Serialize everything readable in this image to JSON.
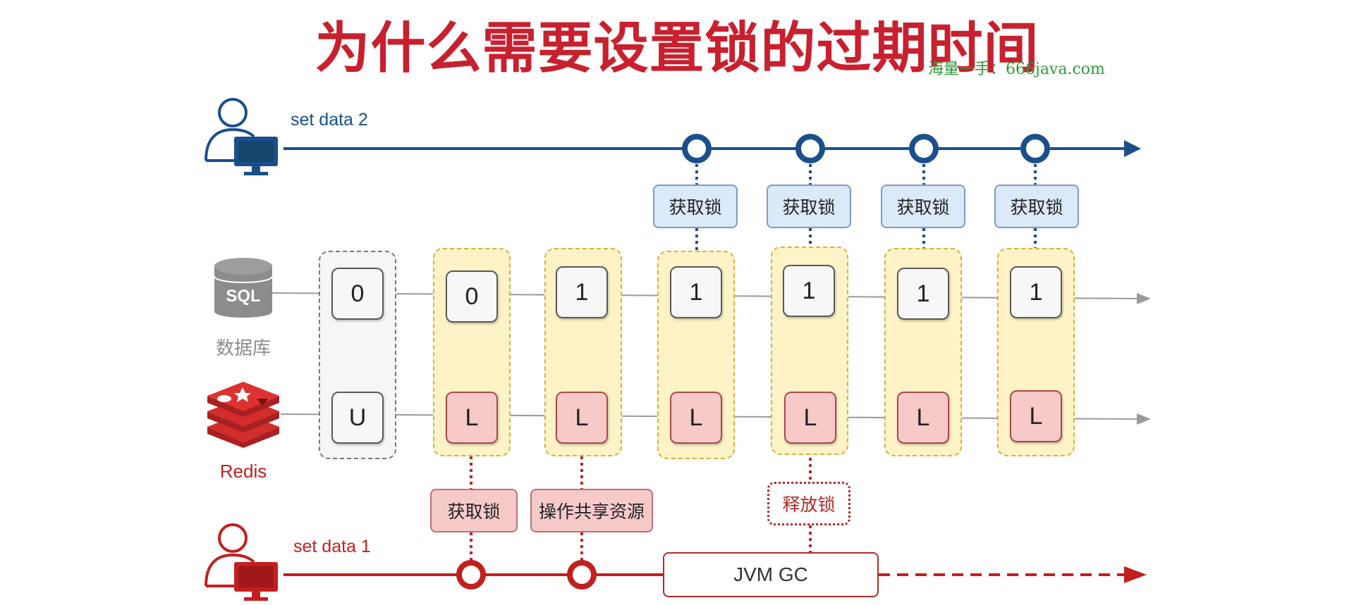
{
  "title": "为什么需要设置锁的过期时间",
  "watermark": "海量一手：666java.com",
  "lanes": {
    "user2": "set data 2",
    "user1": "set data 1",
    "database": "数据库",
    "redis": "Redis",
    "sql_icon_text": "SQL"
  },
  "columns": [
    {
      "db": "0",
      "redis": "U"
    },
    {
      "db": "0",
      "redis": "L"
    },
    {
      "db": "1",
      "redis": "L"
    },
    {
      "db": "1",
      "redis": "L"
    },
    {
      "db": "1",
      "redis": "L"
    },
    {
      "db": "1",
      "redis": "L"
    },
    {
      "db": "1",
      "redis": "L"
    }
  ],
  "acquire_top": [
    "获取锁",
    "获取锁",
    "获取锁",
    "获取锁"
  ],
  "bottom_labels": {
    "acquire": "获取锁",
    "operate": "操作共享资源",
    "release": "释放锁",
    "jvm_gc": "JVM GC"
  },
  "colors": {
    "title": "#c8202e",
    "blue": "#1a4f8c",
    "red": "#c21f1f",
    "watermark": "#2e9a3a"
  }
}
